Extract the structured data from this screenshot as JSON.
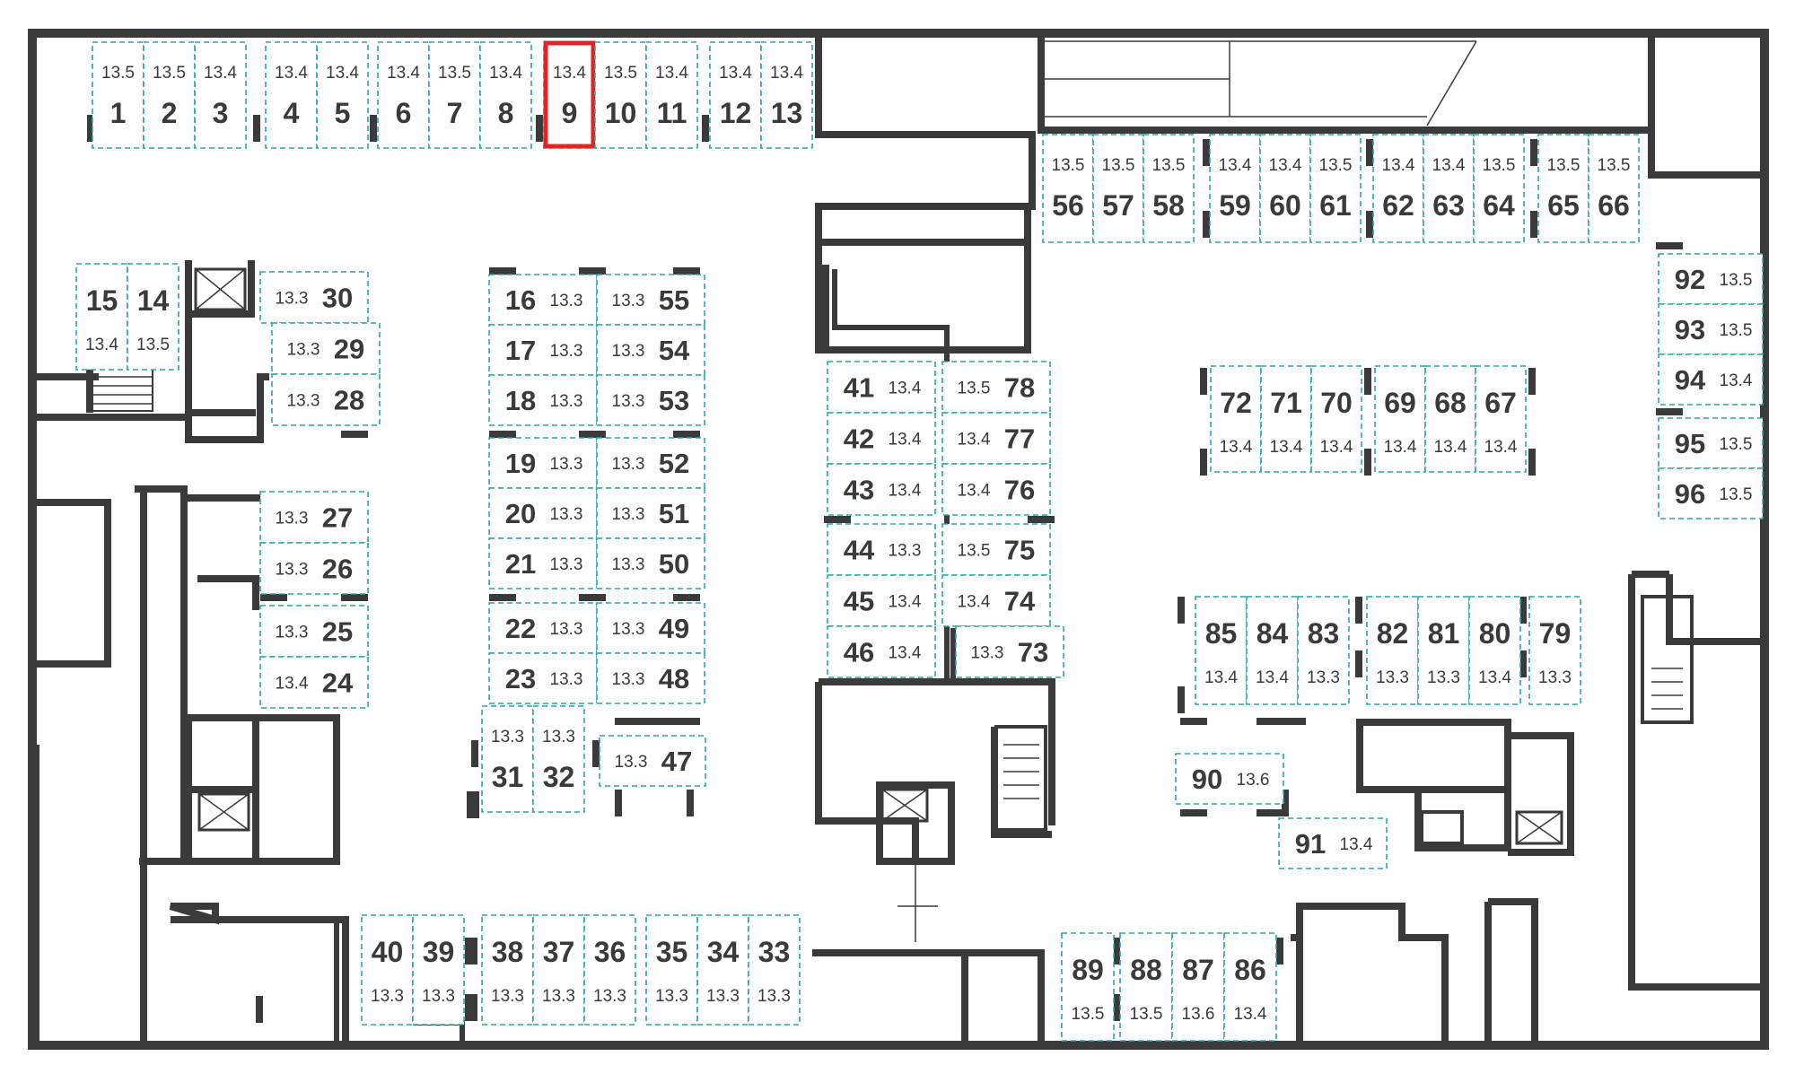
{
  "highlight_color": "#e02424",
  "spot_border_color": "#2aa6a6",
  "wall_color": "#3a3a3a",
  "selected_spot": "9",
  "spots": [
    {
      "n": "1",
      "a": "13.5"
    },
    {
      "n": "2",
      "a": "13.5"
    },
    {
      "n": "3",
      "a": "13.4"
    },
    {
      "n": "4",
      "a": "13.4"
    },
    {
      "n": "5",
      "a": "13.4"
    },
    {
      "n": "6",
      "a": "13.4"
    },
    {
      "n": "7",
      "a": "13.5"
    },
    {
      "n": "8",
      "a": "13.4"
    },
    {
      "n": "9",
      "a": "13.4"
    },
    {
      "n": "10",
      "a": "13.5"
    },
    {
      "n": "11",
      "a": "13.4"
    },
    {
      "n": "12",
      "a": "13.4"
    },
    {
      "n": "13",
      "a": "13.4"
    },
    {
      "n": "15",
      "a": "13.4"
    },
    {
      "n": "14",
      "a": "13.5"
    },
    {
      "n": "30",
      "a": "13.3"
    },
    {
      "n": "29",
      "a": "13.3"
    },
    {
      "n": "28",
      "a": "13.3"
    },
    {
      "n": "27",
      "a": "13.3"
    },
    {
      "n": "26",
      "a": "13.3"
    },
    {
      "n": "25",
      "a": "13.3"
    },
    {
      "n": "24",
      "a": "13.4"
    },
    {
      "n": "16",
      "a": "13.3"
    },
    {
      "n": "17",
      "a": "13.3"
    },
    {
      "n": "18",
      "a": "13.3"
    },
    {
      "n": "19",
      "a": "13.3"
    },
    {
      "n": "20",
      "a": "13.3"
    },
    {
      "n": "21",
      "a": "13.3"
    },
    {
      "n": "22",
      "a": "13.3"
    },
    {
      "n": "23",
      "a": "13.3"
    },
    {
      "n": "55",
      "a": "13.3"
    },
    {
      "n": "54",
      "a": "13.3"
    },
    {
      "n": "53",
      "a": "13.3"
    },
    {
      "n": "52",
      "a": "13.3"
    },
    {
      "n": "51",
      "a": "13.3"
    },
    {
      "n": "50",
      "a": "13.3"
    },
    {
      "n": "49",
      "a": "13.3"
    },
    {
      "n": "48",
      "a": "13.3"
    },
    {
      "n": "47",
      "a": "13.3"
    },
    {
      "n": "31",
      "a": "13.3"
    },
    {
      "n": "32",
      "a": "13.3"
    },
    {
      "n": "41",
      "a": "13.4"
    },
    {
      "n": "42",
      "a": "13.4"
    },
    {
      "n": "43",
      "a": "13.4"
    },
    {
      "n": "44",
      "a": "13.3"
    },
    {
      "n": "45",
      "a": "13.4"
    },
    {
      "n": "46",
      "a": "13.4"
    },
    {
      "n": "78",
      "a": "13.5"
    },
    {
      "n": "77",
      "a": "13.4"
    },
    {
      "n": "76",
      "a": "13.4"
    },
    {
      "n": "75",
      "a": "13.5"
    },
    {
      "n": "74",
      "a": "13.4"
    },
    {
      "n": "73",
      "a": "13.3"
    },
    {
      "n": "56",
      "a": "13.5"
    },
    {
      "n": "57",
      "a": "13.5"
    },
    {
      "n": "58",
      "a": "13.5"
    },
    {
      "n": "59",
      "a": "13.4"
    },
    {
      "n": "60",
      "a": "13.4"
    },
    {
      "n": "61",
      "a": "13.5"
    },
    {
      "n": "62",
      "a": "13.4"
    },
    {
      "n": "63",
      "a": "13.4"
    },
    {
      "n": "64",
      "a": "13.5"
    },
    {
      "n": "65",
      "a": "13.5"
    },
    {
      "n": "66",
      "a": "13.5"
    },
    {
      "n": "72",
      "a": "13.4"
    },
    {
      "n": "71",
      "a": "13.4"
    },
    {
      "n": "70",
      "a": "13.4"
    },
    {
      "n": "69",
      "a": "13.4"
    },
    {
      "n": "68",
      "a": "13.4"
    },
    {
      "n": "67",
      "a": "13.4"
    },
    {
      "n": "92",
      "a": "13.5"
    },
    {
      "n": "93",
      "a": "13.5"
    },
    {
      "n": "94",
      "a": "13.4"
    },
    {
      "n": "95",
      "a": "13.5"
    },
    {
      "n": "96",
      "a": "13.5"
    },
    {
      "n": "85",
      "a": "13.4"
    },
    {
      "n": "84",
      "a": "13.4"
    },
    {
      "n": "83",
      "a": "13.3"
    },
    {
      "n": "82",
      "a": "13.3"
    },
    {
      "n": "81",
      "a": "13.3"
    },
    {
      "n": "80",
      "a": "13.4"
    },
    {
      "n": "79",
      "a": "13.3"
    },
    {
      "n": "90",
      "a": "13.6"
    },
    {
      "n": "91",
      "a": "13.4"
    },
    {
      "n": "40",
      "a": "13.3"
    },
    {
      "n": "39",
      "a": "13.3"
    },
    {
      "n": "38",
      "a": "13.3"
    },
    {
      "n": "37",
      "a": "13.3"
    },
    {
      "n": "36",
      "a": "13.3"
    },
    {
      "n": "35",
      "a": "13.3"
    },
    {
      "n": "34",
      "a": "13.3"
    },
    {
      "n": "33",
      "a": "13.3"
    },
    {
      "n": "89",
      "a": "13.5"
    },
    {
      "n": "88",
      "a": "13.5"
    },
    {
      "n": "87",
      "a": "13.6"
    },
    {
      "n": "86",
      "a": "13.4"
    }
  ]
}
